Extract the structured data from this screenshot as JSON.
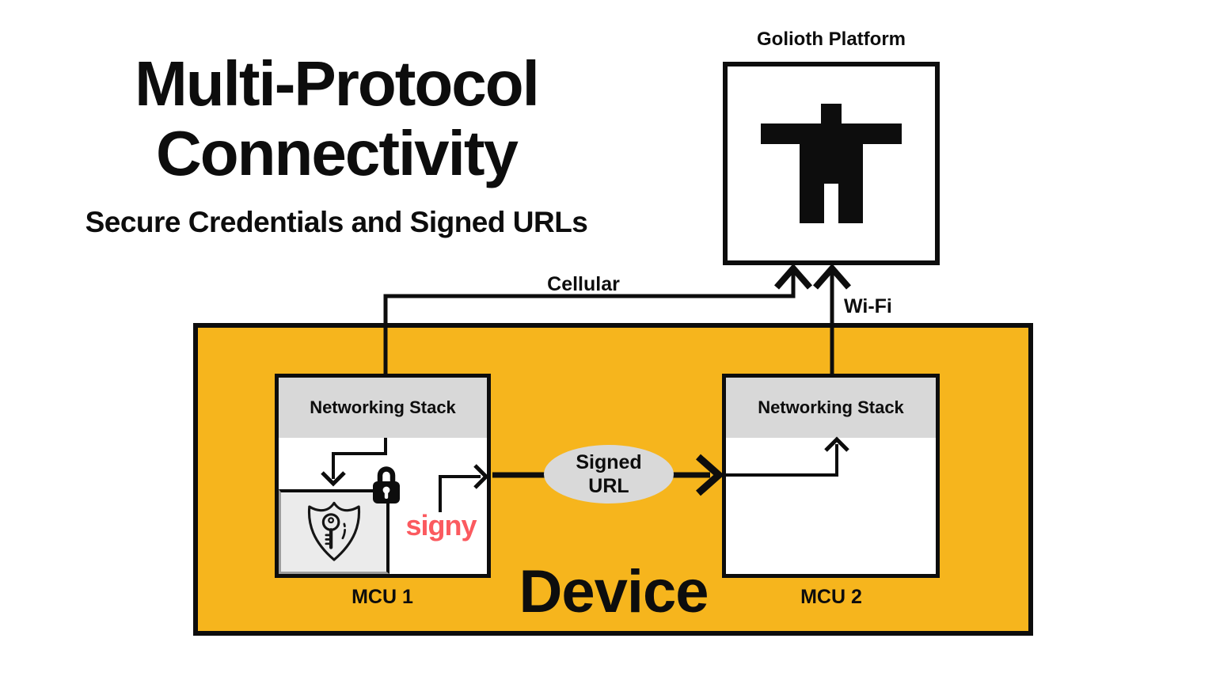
{
  "header": {
    "title_line1": "Multi-Protocol",
    "title_line2": "Connectivity",
    "subtitle": "Secure Credentials and Signed URLs"
  },
  "platform": {
    "label": "Golioth Platform",
    "logo_icon": "golioth-figure-icon"
  },
  "links": {
    "cellular": "Cellular",
    "wifi": "Wi-Fi"
  },
  "device": {
    "label": "Device",
    "signed_url": {
      "line1": "Signed",
      "line2": "URL"
    },
    "mcu1": {
      "caption": "MCU 1",
      "stack_label": "Networking Stack",
      "signer": "signy",
      "icons": {
        "secure_store": "shield-key-icon",
        "lock": "padlock-icon"
      }
    },
    "mcu2": {
      "caption": "MCU 2",
      "stack_label": "Networking Stack"
    }
  },
  "colors": {
    "device_bg": "#F6B51D",
    "stack_header_bg": "#D8D8D8",
    "store_bg": "#EBEBEB",
    "ellipse_bg": "#D9D9D9",
    "accent_red": "#FB5A5F",
    "ink": "#0D0D0D"
  }
}
